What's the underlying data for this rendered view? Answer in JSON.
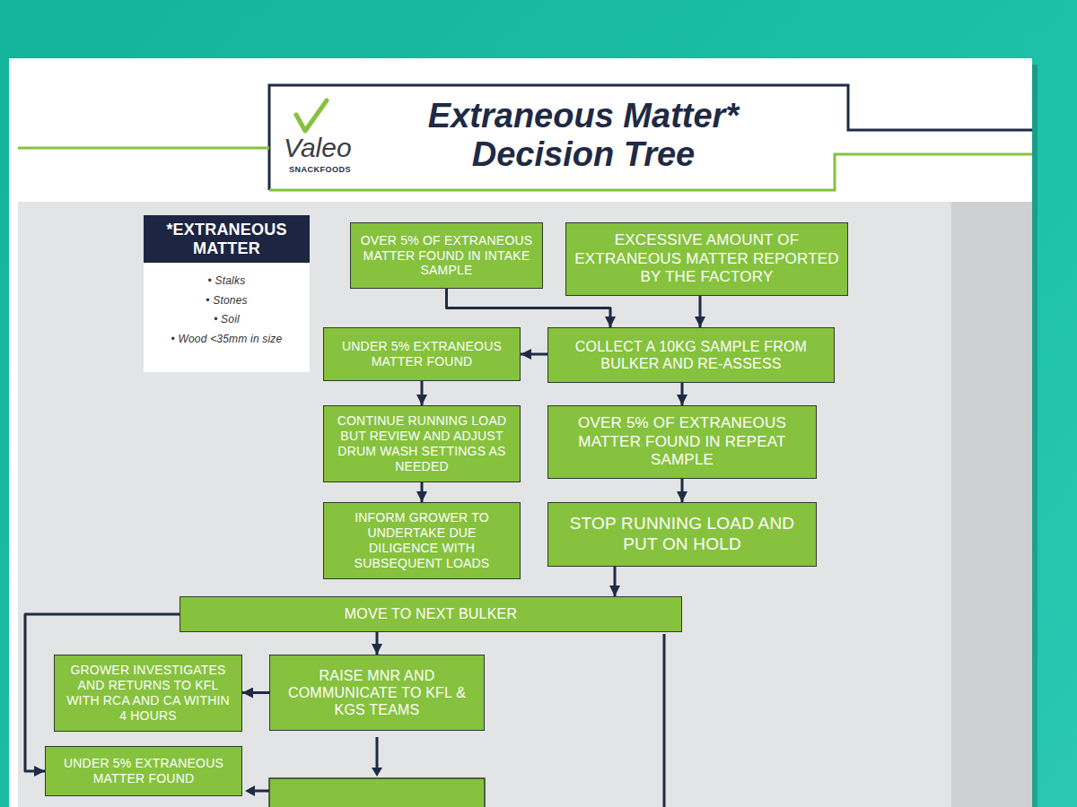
{
  "diagram": {
    "title": "Extraneous Matter* Decision Tree",
    "nodes": [
      {
        "text": [
          "*EXTRANEOUS MATTER",
          "• Stalks",
          "• Stones",
          "• Soil",
          "• Wood <35mm in size"
        ]
      },
      {
        "text": [
          "OVER 5% OF EXTRANEOUS MATTER FOUND IN INTAKE SAMPLE"
        ]
      },
      {
        "text": [
          "EXCESSIVE AMOUNT OF EXTRANEOUS MATTER REPORTED BY THE FACTORY"
        ]
      },
      {
        "text": [
          "UNDER 5% EXTRANEOUS MATTER FOUND"
        ]
      },
      {
        "text": [
          "COLLECT A 10KG SAMPLE FROM BULKER AND RE-ASSESS"
        ]
      },
      {
        "text": [
          "CONTINUE RUNNING LOAD BUT REVIEW AND ADJUST DRUM WASH SETTINGS AS NEEDED"
        ]
      },
      {
        "text": [
          "OVER 5% OF EXTRANEOUS MATTER FOUND IN REPEAT SAMPLE"
        ]
      },
      {
        "text": [
          "INFORM GROWER TO UNDERTAKE DUE DILIGENCE WITH SUBSEQUENT LOADS"
        ]
      },
      {
        "text": [
          "STOP RUNNING LOAD AND PUT ON HOLD"
        ]
      },
      {
        "text": [
          "MOVE TO NEXT BULKER"
        ]
      },
      {
        "text": [
          "GROWER INVESTIGATES AND RETURNS TO KFL WITH RCA AND CA WITHIN 4 HOURS"
        ]
      },
      {
        "text": [
          "RAISE MNR AND COMMUNICATE TO KFL & KGS TEAMS"
        ]
      },
      {
        "text": [
          "UNDER 5% EXTRANEOUS MATTER FOUND"
        ]
      }
    ],
    "edges": [
      {
        "from": 1,
        "to": 4,
        "arrow": "to"
      },
      {
        "from": 2,
        "to": 4,
        "arrow": "to"
      },
      {
        "from": 4,
        "to": 3,
        "arrow": "to"
      },
      {
        "from": 4,
        "to": 6,
        "arrow": "to"
      },
      {
        "from": 3,
        "to": 5,
        "arrow": "to"
      },
      {
        "from": 5,
        "to": 7,
        "arrow": "to"
      },
      {
        "from": 6,
        "to": 8,
        "arrow": "to"
      },
      {
        "from": 8,
        "to": 9,
        "arrow": "to"
      },
      {
        "from": 9,
        "to": 11,
        "arrow": "to"
      },
      {
        "from": 11,
        "to": 10,
        "arrow": "to"
      },
      {
        "from": 9,
        "to": 12,
        "arrow": "to"
      }
    ],
    "labels": [
      "Valeo",
      "SNACKFOODS"
    ]
  }
}
